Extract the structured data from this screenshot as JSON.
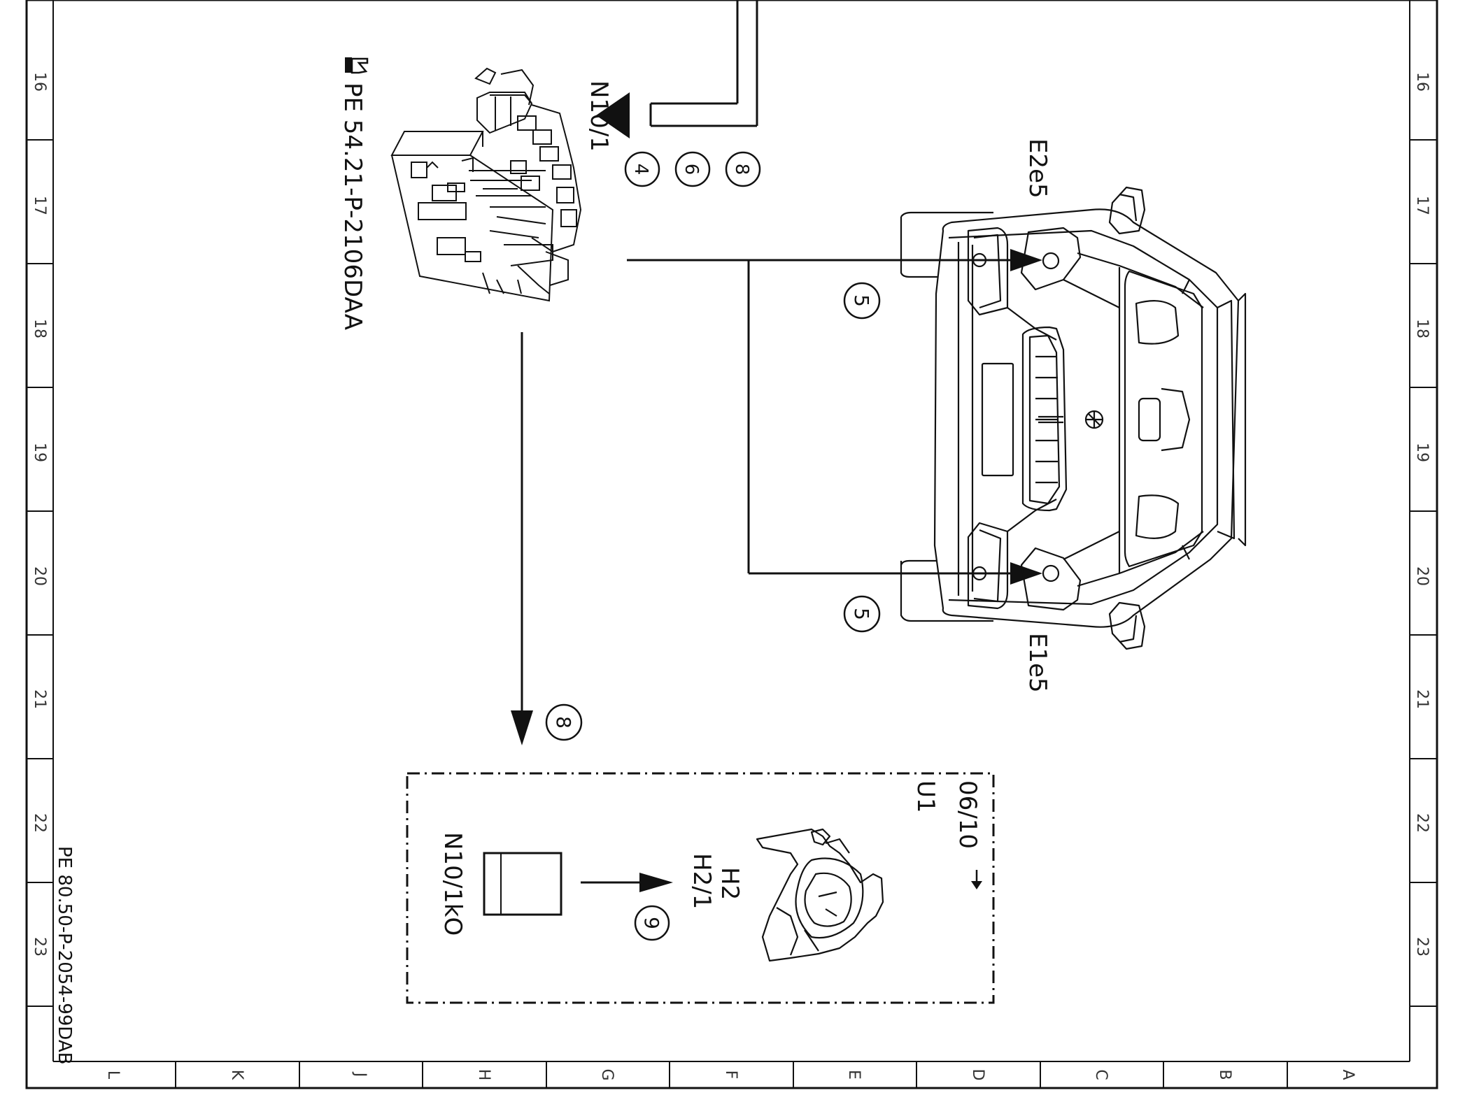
{
  "grid": {
    "rows": [
      "16",
      "17",
      "18",
      "19",
      "20",
      "21",
      "22",
      "23"
    ],
    "columns": [
      "L",
      "K",
      "J",
      "H",
      "G",
      "F",
      "E",
      "D",
      "C",
      "B",
      "A"
    ]
  },
  "document_code": "PE 80.50-P-2054-99DAB",
  "components": {
    "sam_module": {
      "name": "N10/1",
      "ref_note": "PE 54.21-P-2106DAA",
      "ref_icon": "pointing-hand-icon",
      "circle_refs": [
        "4",
        "6",
        "8"
      ]
    },
    "left_light": {
      "name": "E1e5"
    },
    "right_light": {
      "name": "E2e5"
    },
    "light_refs": [
      "5",
      "5"
    ],
    "down_ref": "8",
    "variant_box": {
      "date": "06/10",
      "unit": "U1",
      "horn_labels": [
        "H2",
        "H2/1"
      ],
      "relay_label": "N10/1kO",
      "circle_ref": "9"
    }
  },
  "colors": {
    "line": "#111111",
    "background": "#ffffff"
  }
}
